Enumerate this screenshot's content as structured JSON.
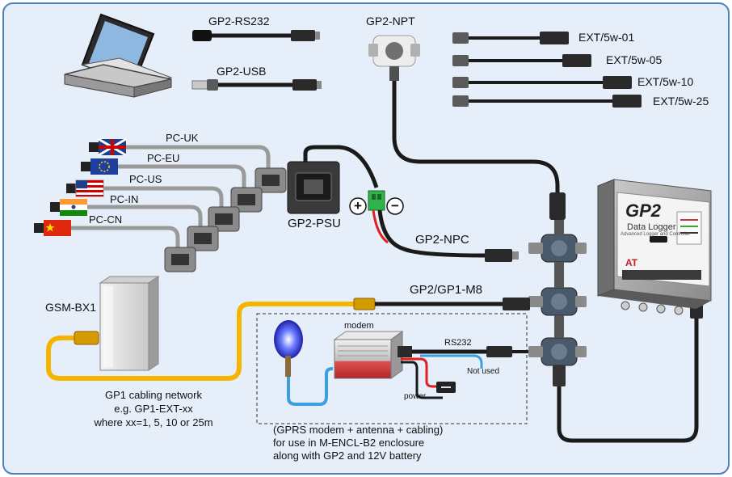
{
  "cables_top": {
    "rs232": "GP2-RS232",
    "usb": "GP2-USB",
    "npt": "GP2-NPT"
  },
  "extensions": [
    "EXT/5w-01",
    "EXT/5w-05",
    "EXT/5w-10",
    "EXT/5w-25"
  ],
  "power_cords": [
    "PC-UK",
    "PC-EU",
    "PC-US",
    "PC-IN",
    "PC-CN"
  ],
  "psu": {
    "label": "GP2-PSU",
    "plus": "+",
    "minus": "−"
  },
  "npc": "GP2-NPC",
  "m8": "GP2/GP1-M8",
  "gsm": "GSM-BX1",
  "modem_box": {
    "modem": "modem",
    "rs232": "RS232",
    "not_used": "Not used",
    "power": "power"
  },
  "gp1_network": {
    "line1": "GP1 cabling network",
    "line2": "e.g. GP1-EXT-xx",
    "line3": "where xx=1, 5, 10 or 25m"
  },
  "gprs_note": {
    "line1": "(GPRS modem + antenna + cabling)",
    "line2": "for use in M-ENCL-B2 enclosure",
    "line3": "along with GP2 and 12V battery"
  },
  "logger": {
    "brand": "GP2",
    "title": "Data Logger",
    "subtitle": "Advanced Logger and Controller",
    "maker": "AT"
  },
  "colors": {
    "background": "#e6eef9",
    "border": "#4f7fbf",
    "cable_black": "#1a1a1a",
    "cable_grey": "#9a9a9a",
    "cable_yellow": "#f4b400",
    "cable_blue": "#3aa0e0",
    "cable_red": "#e02020",
    "terminal_green": "#2fb34a"
  }
}
